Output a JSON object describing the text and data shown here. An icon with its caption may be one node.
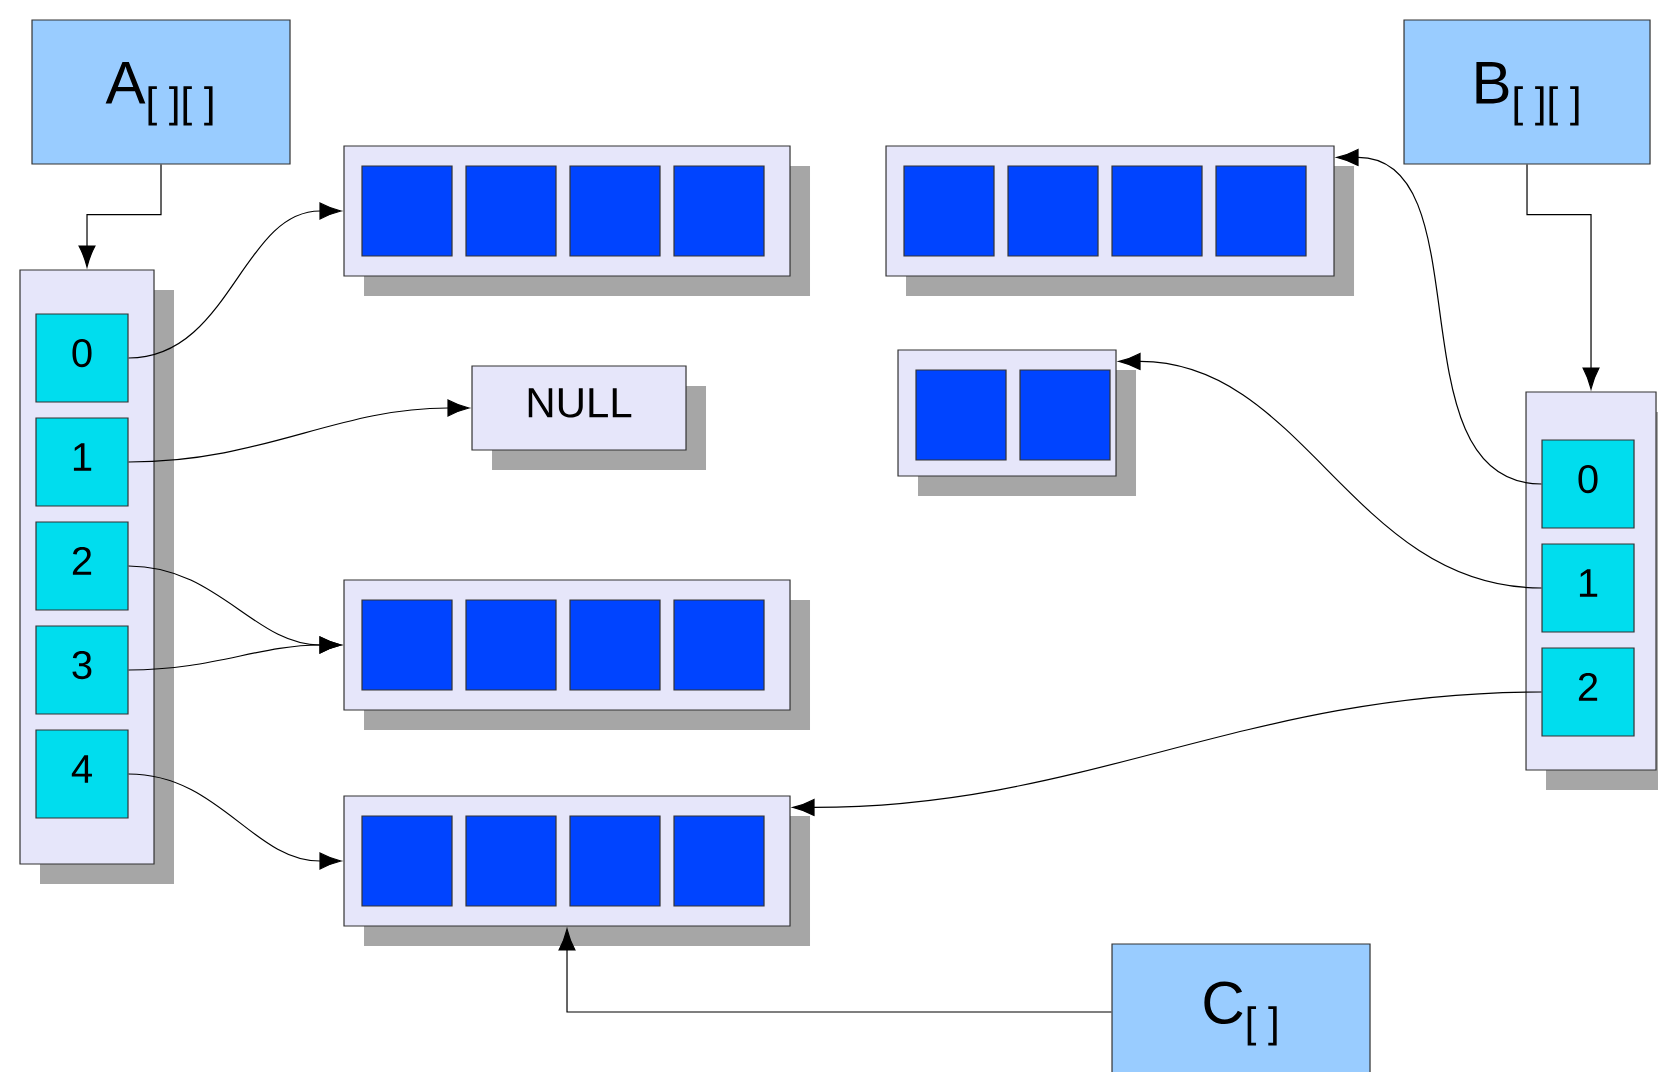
{
  "diagram": {
    "nodes": [
      {
        "text": [
          "A$_{[ ][ ]}$"
        ]
      },
      {
        "text": [],
        "shape": "box"
      },
      {
        "text": [],
        "shape": "box",
        "in": 1
      },
      {
        "text": [],
        "shape": "box",
        "in": 1
      },
      {
        "text": [],
        "shape": "box",
        "in": 1
      },
      {
        "text": [],
        "shape": "box",
        "in": 1
      },
      {
        "text": [
          "B$_{[ ][ ]}$"
        ]
      },
      {
        "text": [],
        "shape": "box"
      },
      {
        "text": [],
        "shape": "box",
        "in": 7
      },
      {
        "text": [],
        "shape": "box",
        "in": 7
      },
      {
        "text": [],
        "shape": "box",
        "in": 7
      },
      {
        "text": [],
        "shape": "box",
        "in": 7
      },
      {
        "text": [],
        "shape": "box"
      },
      {
        "text": [
          "0"
        ],
        "in": 12
      },
      {
        "text": [
          "1"
        ],
        "in": 12
      },
      {
        "text": [
          "2"
        ],
        "in": 12
      },
      {
        "text": [
          "3"
        ],
        "in": 12
      },
      {
        "text": [
          "4"
        ],
        "in": 12
      },
      {
        "text": [
          "NULL"
        ]
      },
      {
        "text": [],
        "shape": "box"
      },
      {
        "text": [],
        "shape": "box",
        "in": 19
      },
      {
        "text": [],
        "shape": "box",
        "in": 19
      },
      {
        "text": [],
        "shape": "box"
      },
      {
        "text": [
          "0"
        ],
        "in": 22
      },
      {
        "text": [
          "1"
        ],
        "in": 22
      },
      {
        "text": [
          "2"
        ],
        "in": 22
      },
      {
        "text": [],
        "shape": "box"
      },
      {
        "text": [],
        "shape": "box",
        "in": 26
      },
      {
        "text": [],
        "shape": "box",
        "in": 26
      },
      {
        "text": [],
        "shape": "box",
        "in": 26
      },
      {
        "text": [],
        "shape": "box",
        "in": 26
      },
      {
        "text": [],
        "shape": "box"
      },
      {
        "text": [],
        "shape": "box",
        "in": 31
      },
      {
        "text": [],
        "shape": "box",
        "in": 31
      },
      {
        "text": [],
        "shape": "box",
        "in": 31
      },
      {
        "text": [],
        "shape": "box",
        "in": 31
      },
      {
        "text": [
          "C$_{[ ]}$"
        ]
      }
    ],
    "edges": [
      {
        "from": 0,
        "to": 12,
        "arrow": "to"
      },
      {
        "from": 13,
        "to": 1,
        "arrow": "to"
      },
      {
        "from": 14,
        "to": 18,
        "arrow": "to"
      },
      {
        "from": 15,
        "to": 26,
        "arrow": "to"
      },
      {
        "from": 16,
        "to": 26,
        "arrow": "to"
      },
      {
        "from": 17,
        "to": 31,
        "arrow": "to"
      },
      {
        "from": 6,
        "to": 22,
        "arrow": "to"
      },
      {
        "from": 23,
        "to": 7,
        "arrow": "to"
      },
      {
        "from": 24,
        "to": 19,
        "arrow": "to"
      },
      {
        "from": 25,
        "to": 31,
        "arrow": "to"
      },
      {
        "from": 36,
        "to": 31,
        "arrow": "to"
      }
    ]
  }
}
